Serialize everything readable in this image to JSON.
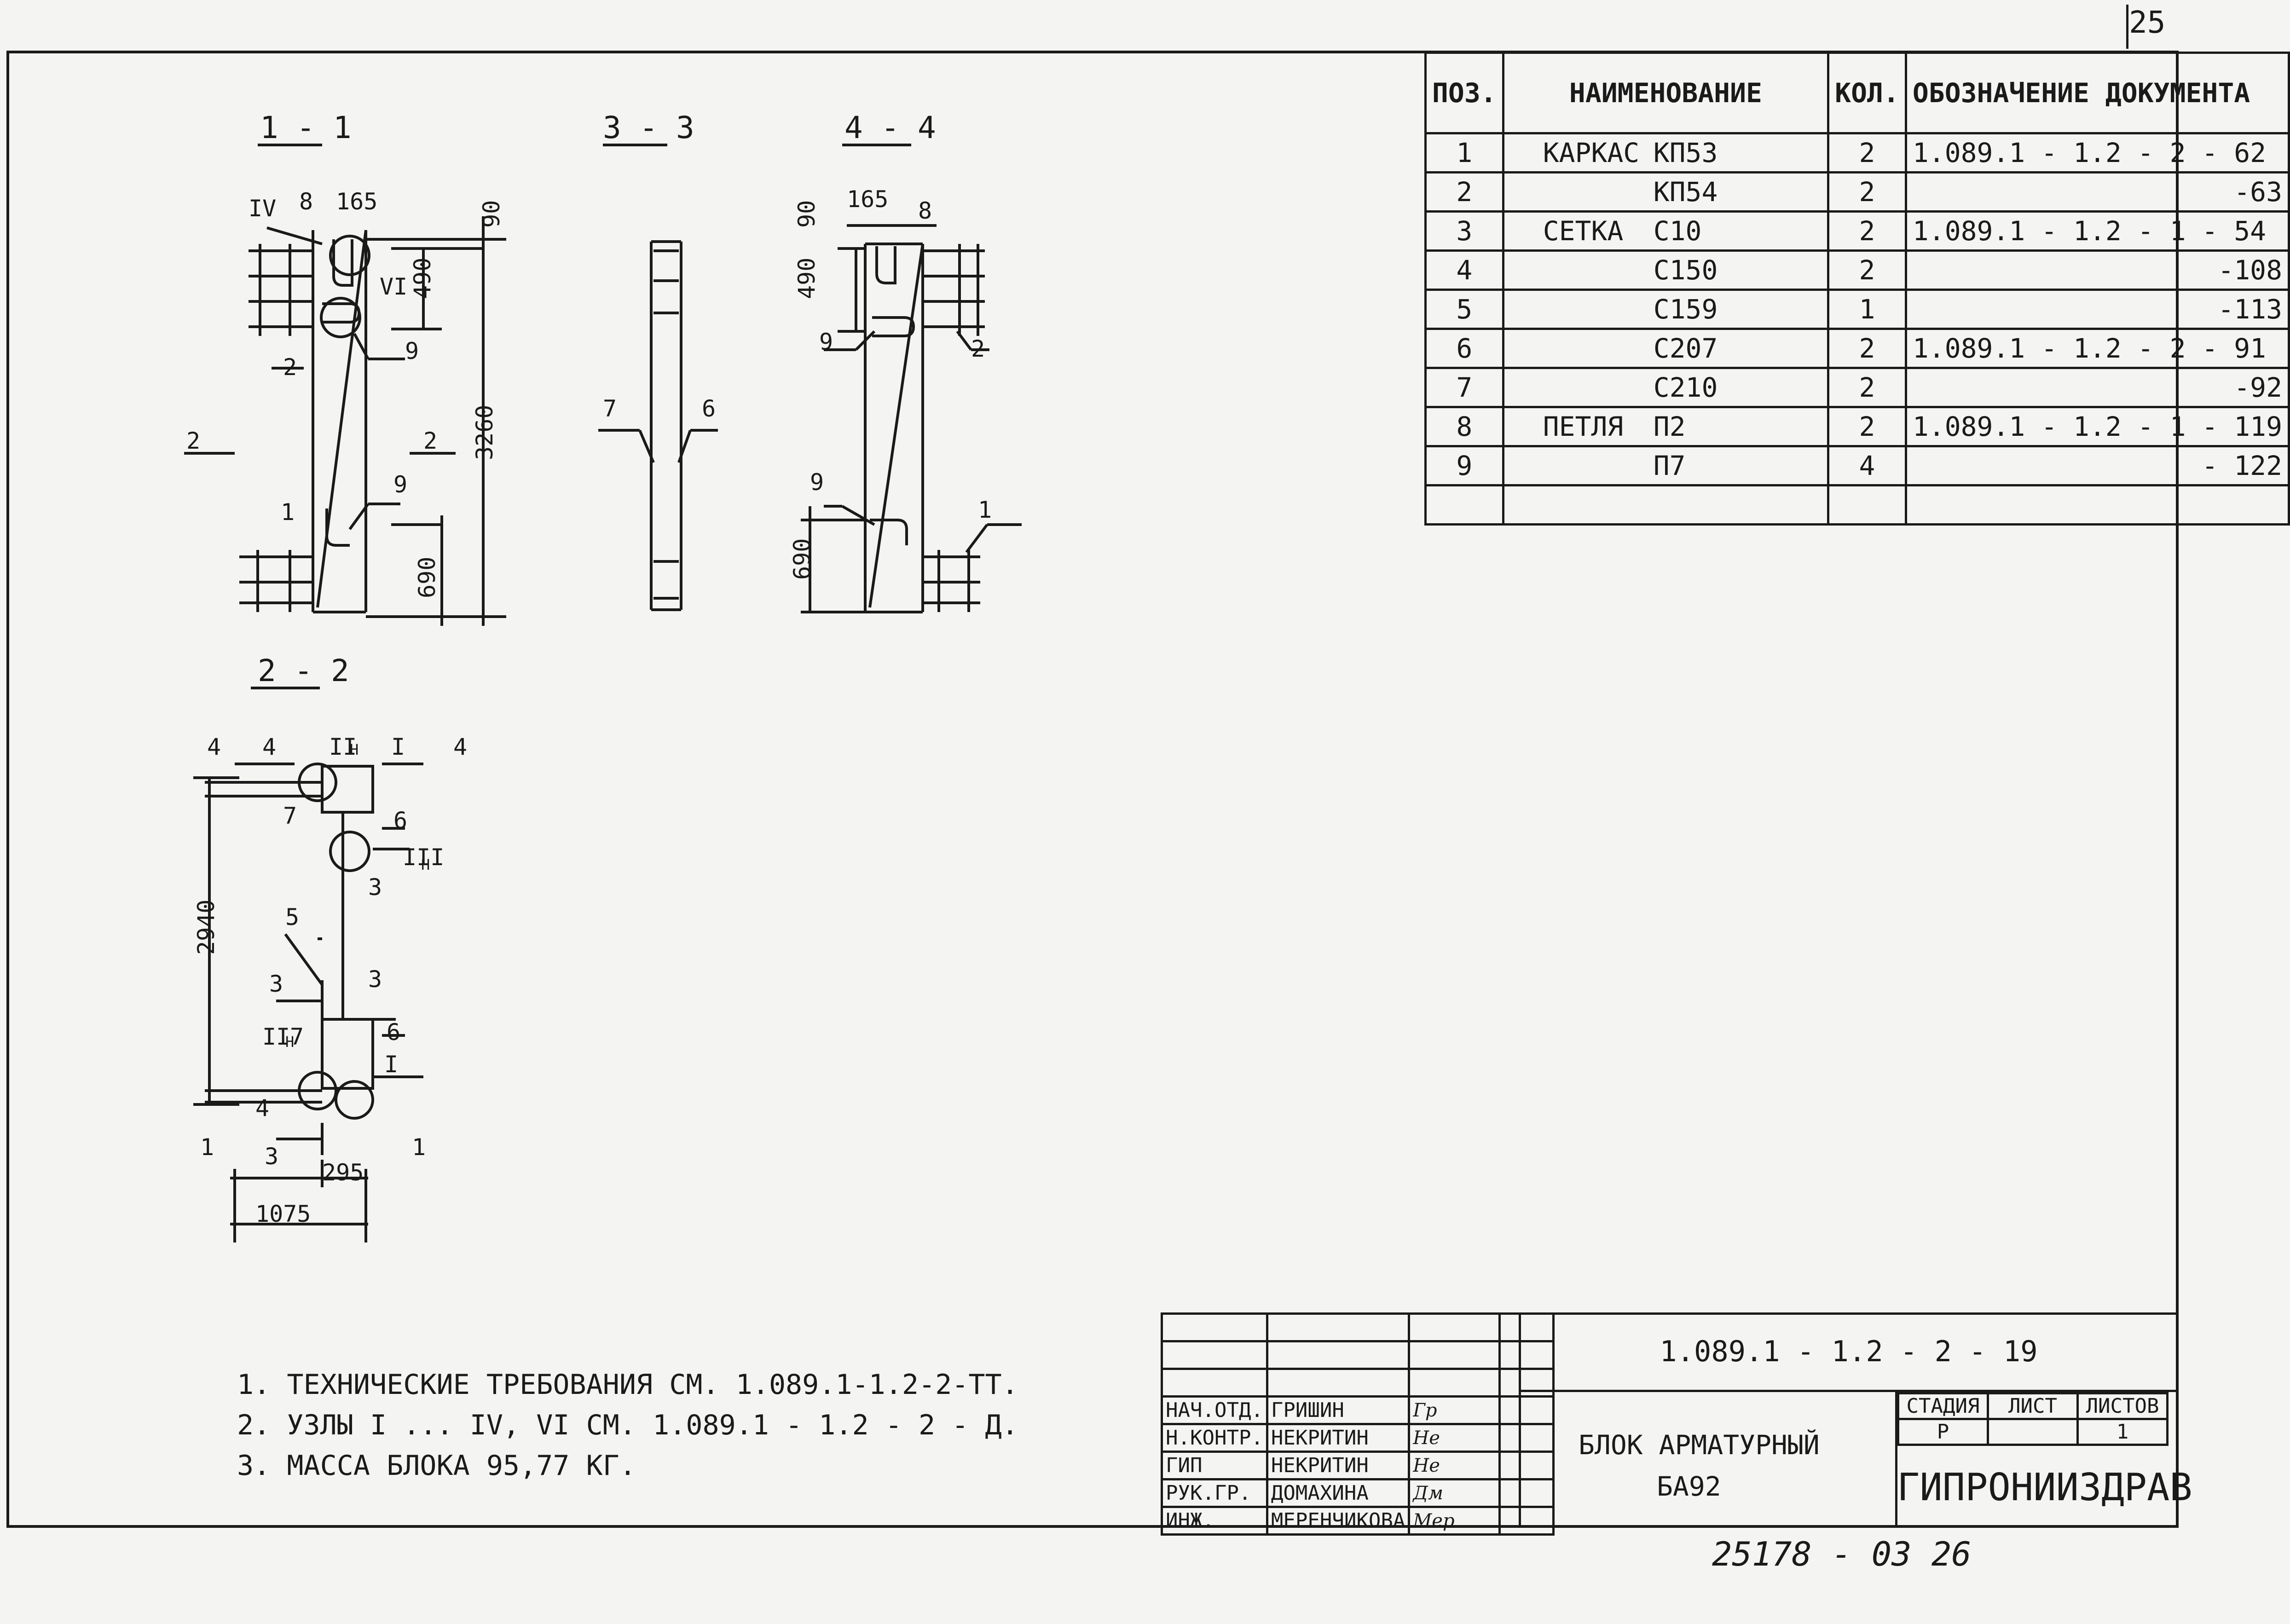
{
  "sheet_number": "25",
  "sections": {
    "s11": "1 - 1",
    "s33": "3 - 3",
    "s44": "4 - 4",
    "s22": "2 - 2"
  },
  "drawing_labels": {
    "s11_roman4": "IV",
    "s11_pos8": "8",
    "s11_dim165": "165",
    "s11_dim90": "90",
    "s11_dim490": "490",
    "s11_roman6": "VI",
    "s11_pos9a": "9",
    "s11_pos2": "2",
    "s11_cut2_left": "2",
    "s11_cut2_right": "2",
    "s11_dim3260": "3260",
    "s11_pos9b": "9",
    "s11_pos1": "1",
    "s11_dim690": "690",
    "s33_pos7": "7",
    "s33_pos6": "6",
    "s44_dim165": "165",
    "s44_pos8": "8",
    "s44_dim90": "90",
    "s44_dim490": "490",
    "s44_pos9a": "9",
    "s44_pos2": "2",
    "s44_pos9b": "9",
    "s44_pos1": "1",
    "s44_dim690": "690",
    "s22_cut4_left": "4",
    "s22_pos4a": "4",
    "s22_roman2a": "II",
    "s22_roman1a": "I",
    "s22_sub_n": "H",
    "s22_cut4_right": "4",
    "s22_pos7a": "7",
    "s22_pos6a": "6",
    "s22_roman3": "III",
    "s22_pos3a": "3",
    "s22_dim2940": "2940",
    "s22_pos5": "5",
    "s22_cut3_top": "3",
    "s22_pos3b": "3",
    "s22_roman2b": "II",
    "s22_pos7b": "7",
    "s22_pos6b": "6",
    "s22_roman1b": "I",
    "s22_pos4b": "4",
    "s22_cut1_left": "1",
    "s22_cut1_right": "1",
    "s22_cut3_bottom": "3",
    "s22_dim295": "295",
    "s22_dim1075": "1075"
  },
  "spec_table": {
    "headers": {
      "pos": "ПОЗ.",
      "name": "НАИМЕНОВАНИЕ",
      "qty": "КОЛ.",
      "doc": "ОБОЗНАЧЕНИЕ ДОКУМЕНТА"
    },
    "rows": [
      {
        "pos": "1",
        "name_a": "КАРКАС",
        "name_b": "КП53",
        "qty": "2",
        "doc": "1.089.1 - 1.2 - 2 - 62",
        "doc_left": true
      },
      {
        "pos": "2",
        "name_a": "",
        "name_b": "КП54",
        "qty": "2",
        "doc": "-63",
        "doc_left": false
      },
      {
        "pos": "3",
        "name_a": "СЕТКА",
        "name_b": "С10",
        "qty": "2",
        "doc": "1.089.1 - 1.2 - 1 - 54",
        "doc_left": true
      },
      {
        "pos": "4",
        "name_a": "",
        "name_b": "С150",
        "qty": "2",
        "doc": "-108",
        "doc_left": false
      },
      {
        "pos": "5",
        "name_a": "",
        "name_b": "С159",
        "qty": "1",
        "doc": "-113",
        "doc_left": false
      },
      {
        "pos": "6",
        "name_a": "",
        "name_b": "С207",
        "qty": "2",
        "doc": "1.089.1 - 1.2 - 2 - 91",
        "doc_left": true
      },
      {
        "pos": "7",
        "name_a": "",
        "name_b": "С210",
        "qty": "2",
        "doc": "-92",
        "doc_left": false
      },
      {
        "pos": "8",
        "name_a": "ПЕТЛЯ",
        "name_b": "П2",
        "qty": "2",
        "doc": "1.089.1 - 1.2 - 1 - 119",
        "doc_left": true
      },
      {
        "pos": "9",
        "name_a": "",
        "name_b": "П7",
        "qty": "4",
        "doc": "- 122",
        "doc_left": false
      },
      {
        "pos": "",
        "name_a": "",
        "name_b": "",
        "qty": "",
        "doc": "",
        "doc_left": false
      }
    ]
  },
  "notes": [
    "1. ТЕХНИЧЕСКИЕ ТРЕБОВАНИЯ СМ. 1.089.1-1.2-2-ТТ.",
    "2. УЗЛЫ I ... IV, VI СМ. 1.089.1 - 1.2 - 2 - Д.",
    "3. МАССА БЛОКА 95,77 КГ."
  ],
  "title_block": {
    "code": "1.089.1 - 1.2 - 2 - 19",
    "name_line1": "БЛОК АРМАТУРНЫЙ",
    "name_line2": "БА92",
    "stage_header": "СТАДИЯ",
    "sheet_header": "ЛИСТ",
    "sheets_header": "ЛИСТОВ",
    "stage_value": "Р",
    "sheet_value": "",
    "sheets_value": "1",
    "organization": "ГИПРОНИИЗДРАВ",
    "staff": [
      {
        "role": "НАЧ.ОТД.",
        "name": "ГРИШИН",
        "sign": "Гр"
      },
      {
        "role": "Н.КОНТР.",
        "name": "НЕКРИТИН",
        "sign": "Не"
      },
      {
        "role": "ГИП",
        "name": "НЕКРИТИН",
        "sign": "Не"
      },
      {
        "role": "РУК.ГР.",
        "name": "ДОМАХИНА",
        "sign": "Дм"
      },
      {
        "role": "ИНЖ.",
        "name": "МЕРЕНЧИКОВА",
        "sign": "Мер"
      }
    ]
  },
  "footer_code": "25178 - 03   26"
}
